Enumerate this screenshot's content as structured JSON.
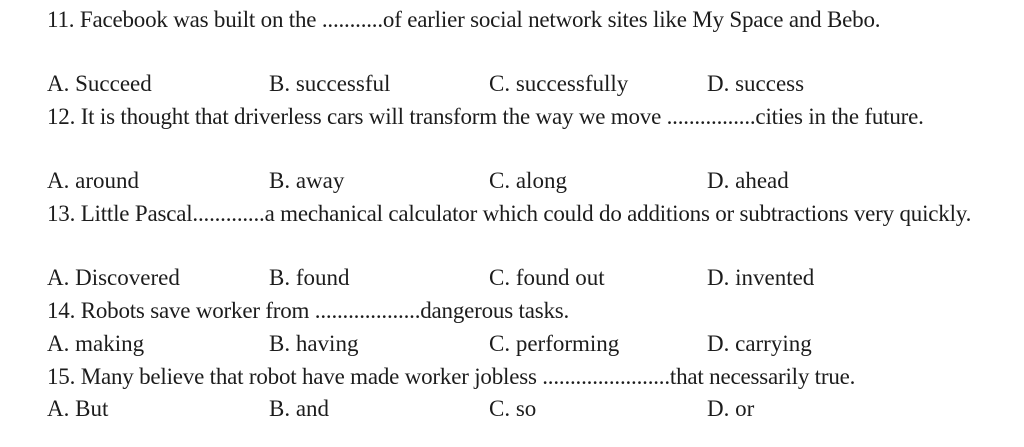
{
  "questions": [
    {
      "stem": "11. Facebook was built on the ...........of earlier social network sites like My Space and Bebo.",
      "options": [
        "A. Succeed",
        "B. successful",
        "C. successfully",
        "D. success"
      ]
    },
    {
      "stem": "12. It is thought that driverless cars will transform the way we move ................cities in the future.",
      "options": [
        "A. around",
        "B. away",
        "C. along",
        "D. ahead"
      ]
    },
    {
      "stem": "13. Little Pascal.............a mechanical calculator which could do additions or subtractions very quickly.",
      "options": [
        "A. Discovered",
        "B. found",
        "C. found out",
        "D. invented"
      ]
    },
    {
      "stem": "14. Robots save worker from ...................dangerous tasks.",
      "options": [
        "A. making",
        "B. having",
        "C. performing",
        "D. carrying"
      ]
    },
    {
      "stem": "15. Many believe that robot have made worker jobless .......................that necessarily true.",
      "options": [
        "A. But",
        "B. and",
        "C. so",
        "D. or"
      ]
    }
  ]
}
